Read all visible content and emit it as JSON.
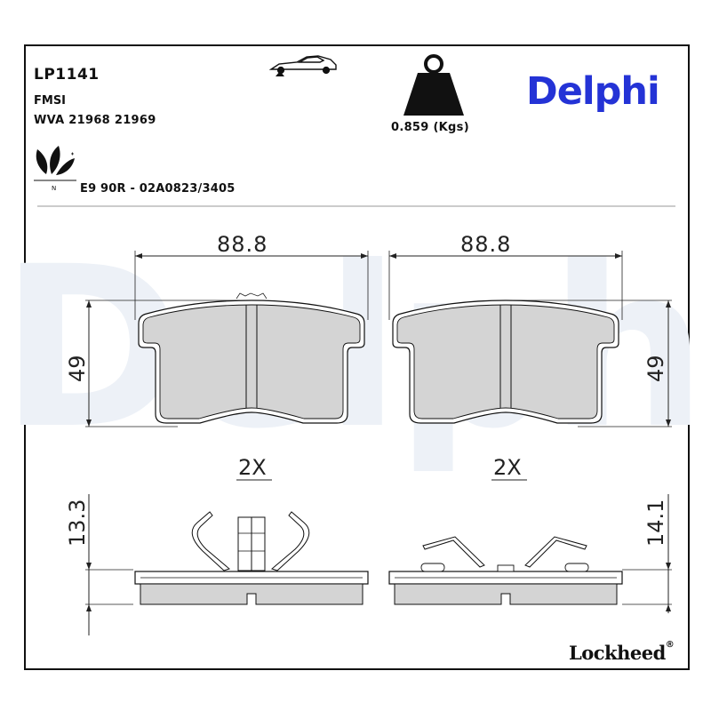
{
  "header": {
    "part_number": "LP1141",
    "fmsi_label": "FMSI",
    "wva_line": "WVA 21968 21969",
    "weight": "0.859 (Kgs)",
    "approval": "E9 90R - 02A0823/3405",
    "eco_mark_letter": "N"
  },
  "brand": {
    "name": "Delphi",
    "watermark": "Delphi",
    "secondary": "Lockheed",
    "registered_symbol": "®",
    "color": "#2433d6",
    "watermark_color": "#edf1f7"
  },
  "drawing": {
    "pad_left": {
      "width_label": "88.8",
      "height_label": "49",
      "quantity_label": "2X"
    },
    "pad_right": {
      "width_label": "88.8",
      "height_label": "49",
      "quantity_label": "2X"
    },
    "side_left": {
      "thickness_label": "13.3"
    },
    "side_right": {
      "thickness_label": "14.1"
    }
  }
}
